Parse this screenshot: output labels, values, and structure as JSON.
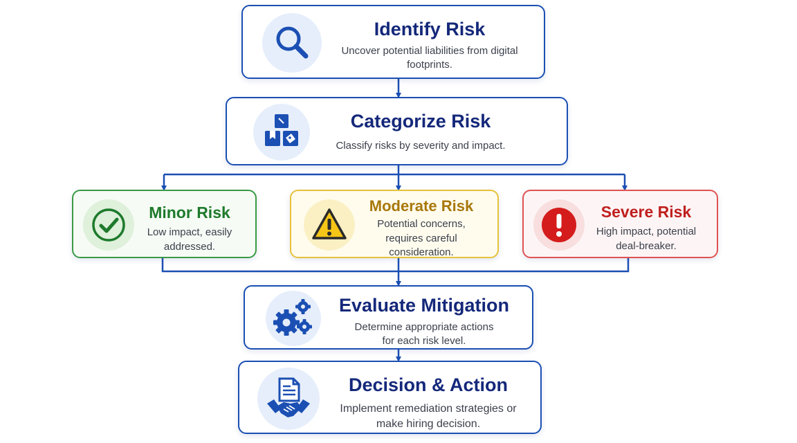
{
  "steps": {
    "identify": {
      "title": "Identify Risk",
      "desc": "Uncover potential liabilities from digital footprints."
    },
    "categorize": {
      "title": "Categorize Risk",
      "desc": "Classify risks by severity and impact."
    },
    "minor": {
      "title": "Minor Risk",
      "desc": "Low impact, easily addressed."
    },
    "moderate": {
      "title": "Moderate Risk",
      "desc": "Potential concerns, requires careful consideration."
    },
    "severe": {
      "title": "Severe Risk",
      "desc": "High impact, potential deal-breaker."
    },
    "evaluate": {
      "title": "Evaluate Mitigation",
      "desc": "Determine appropriate actions for each risk level."
    },
    "decision": {
      "title": "Decision & Action",
      "desc": "Implement remediation strategies or make hiring decision."
    }
  },
  "icons": {
    "identify": "magnifying-glass-icon",
    "categorize": "tagged-boxes-icon",
    "minor": "checkmark-icon",
    "moderate": "warning-triangle-icon",
    "severe": "exclamation-icon",
    "evaluate": "gears-icon",
    "decision": "document-handshake-icon"
  },
  "colors": {
    "primary": "#1b4fb3",
    "title_navy": "#14287a",
    "minor": "#3a9a45",
    "moderate": "#e6c23a",
    "severe": "#e05252"
  }
}
